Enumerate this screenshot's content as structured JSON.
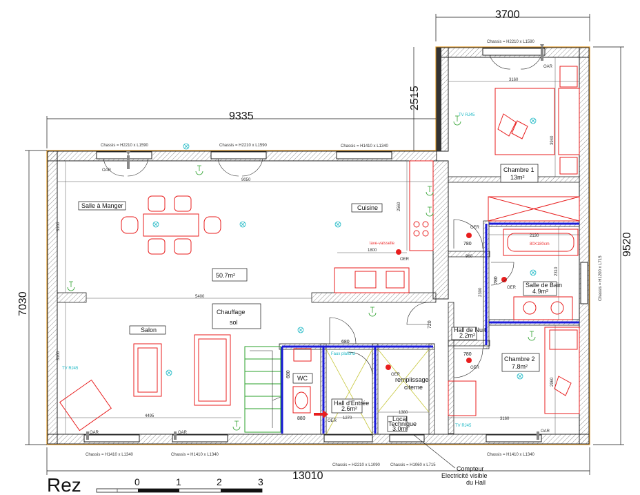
{
  "title": "Rez",
  "scale_bar": [
    "0",
    "1",
    "2",
    "3"
  ],
  "dimensions": {
    "top_right": "3700",
    "left_top": "9335",
    "mid_vertical": "2515",
    "left_vertical": "7030",
    "right_vertical": "9520",
    "bottom": "13010",
    "room_width_main": "9050",
    "room_depth_main": "3160",
    "mid_width": "5400",
    "salon_depth": "3160",
    "salon_width": "4495",
    "cuisine_depth": "2560",
    "cuisine_counter": "1800",
    "ch1_width": "3160",
    "ch1_depth": "3940",
    "sdb_width": "2130",
    "sdb_depth": "2310",
    "hall_nuit_depth": "2300",
    "ch2_width": "3160",
    "ch2_depth": "2960",
    "hall_depth": "1270",
    "tech_width": "1380",
    "d960": "960",
    "d780a": "780",
    "d780b": "780",
    "d780c": "780",
    "d680a": "680",
    "d680b": "680",
    "d880": "880",
    "d720": "720"
  },
  "rooms": {
    "salle_a_manger": "Salle à Manger",
    "cuisine": "Cuisine",
    "salon": "Salon",
    "area_main": "50.7m²",
    "chauffage_1": "Chauffage",
    "chauffage_2": "sol",
    "chambre1_name": "Chambre 1",
    "chambre1_area": "13m²",
    "salle_de_bain_name": "Salle de Bain",
    "salle_de_bain_area": "4.9m²",
    "hall_nuit_name": "Hall de Nuit",
    "hall_nuit_area": "2.2m²",
    "chambre2_name": "Chambre 2",
    "chambre2_area": "7.8m²",
    "wc": "WC",
    "hall_entree_name": "Hall d'Entrée",
    "hall_entree_area": "2.6m²",
    "local_tech_name": "Local",
    "local_tech_name2": "Technique",
    "local_tech_area": "3.0m²",
    "bath": "80X180cm"
  },
  "chassis": {
    "top1": "Chassis = H2210 x L1590",
    "top2": "Chassis = H2210 x L1590",
    "top3": "Chassis = H1410 x L1340",
    "top_ch1": "Chassis = H2210 x L1590",
    "right": "Chassis = H1200 x L715",
    "bottom1": "Chassis = H1410 x L1340",
    "bottom2": "Chassis = H1410 x L1340",
    "bottom3": "Chassis = H2210 x L1090",
    "bottom4": "Chassis = H1060 x L715",
    "bottom5": "Chassis = H1410 x L1340"
  },
  "labels": {
    "oar": "OAR",
    "oer": "OER",
    "lave_vaisselle": "lave-vaisselle",
    "remplissage1": "remplissage",
    "remplissage2": "citerne",
    "faux_plafond": "Faux plafond",
    "compteur1": "Compteur",
    "compteur2": "Electricité visible",
    "compteur3": "du Hall",
    "tv_rj45": "TV RJ45"
  },
  "colors": {
    "wall": "#222222",
    "hatch": "#888888",
    "furniture": "#e81e1e",
    "insulation_blue": "#1a1ad8",
    "electric_cyan": "#19b7c4",
    "green": "#2aa02a",
    "exterior_orange": "#e09a2a"
  }
}
